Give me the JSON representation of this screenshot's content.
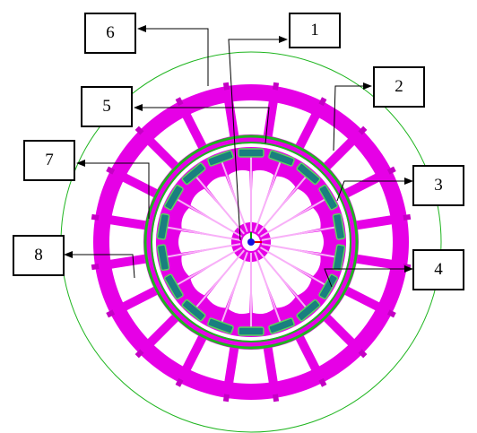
{
  "labels": {
    "l1": "1",
    "l2": "2",
    "l3": "3",
    "l4": "4",
    "l5": "5",
    "l6": "6",
    "l7": "7",
    "l8": "8"
  },
  "colors": {
    "magenta": "#e600e6",
    "green": "#1fb51f",
    "teal": "#1a7f7f",
    "light_green": "#5fd35f",
    "black": "#000000"
  },
  "counts": {
    "outer_spokes": 20,
    "inner_spokes": 18,
    "magnet_blocks": 18
  }
}
